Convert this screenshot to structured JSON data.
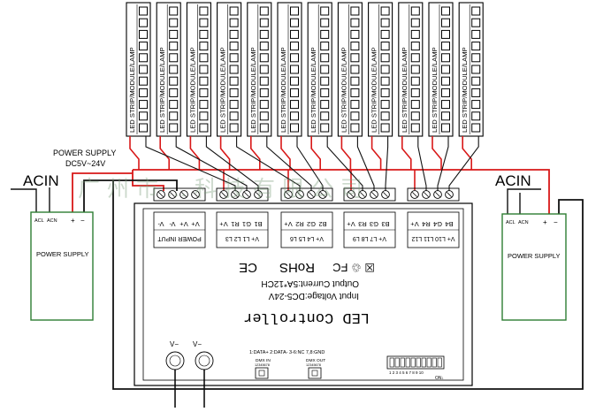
{
  "strip_label": "LED STRIP/MODULE/LAMP",
  "strip_count": 12,
  "power_supply_top": {
    "line1": "POWER SUPPLY",
    "line2": "DC5V~24V"
  },
  "left_supply": {
    "acin": "ACIN",
    "acl": "ACL",
    "acn": "ACN",
    "plus": "+",
    "minus": "−",
    "name": "POWER SUPPLY"
  },
  "right_supply": {
    "acin": "ACIN",
    "acl": "ACL",
    "acn": "ACN",
    "plus": "+",
    "minus": "−",
    "name": "POWER SUPPLY"
  },
  "terminal_groups": [
    {
      "labels": [
        "V-",
        "V-",
        "V+",
        "V+"
      ],
      "caption": "POWER INPUT"
    },
    {
      "labels": [
        "V+",
        "R1",
        "G1",
        "B1"
      ],
      "caption": "V+ L1 L2 L3"
    },
    {
      "labels": [
        "V+",
        "R2",
        "G2",
        "B2"
      ],
      "caption": "V+ L4 L5 L6"
    },
    {
      "labels": [
        "V+",
        "R3",
        "G3",
        "B3"
      ],
      "caption": "V+ L7 L8 L9"
    },
    {
      "labels": [
        "V+",
        "R4",
        "G4",
        "B4"
      ],
      "caption": "V+ L10 L11 L12"
    }
  ],
  "certifications": {
    "symbols": "☒ ♲ FC",
    "rohs": "RoHS",
    "ce": "CE"
  },
  "ratings": {
    "output": "Output Current:5A*12CH",
    "input": "Input Voltage:DC5-24V"
  },
  "product_name": "LED Controller",
  "vminus_labels": [
    "V−",
    "V−"
  ],
  "pin_note_left": "1:DATA+   2:DATA-  3-6:NC  7,8:GND",
  "dmx_in": {
    "label": "DMX IN",
    "pins": "12345678"
  },
  "dmx_out": {
    "label": "DMX OUT",
    "pins": "12345678"
  },
  "dip": {
    "numbers": "1 2 3 4 5 6 7 8 9 10",
    "on": "ON↓"
  },
  "watermark": "广州市…科技有限公司",
  "colors": {
    "wire_red": "#d81818",
    "wire_black": "#111111",
    "outline": "#000000",
    "supply_green": "#2e7d32",
    "watermark": "#7a9a7a"
  }
}
